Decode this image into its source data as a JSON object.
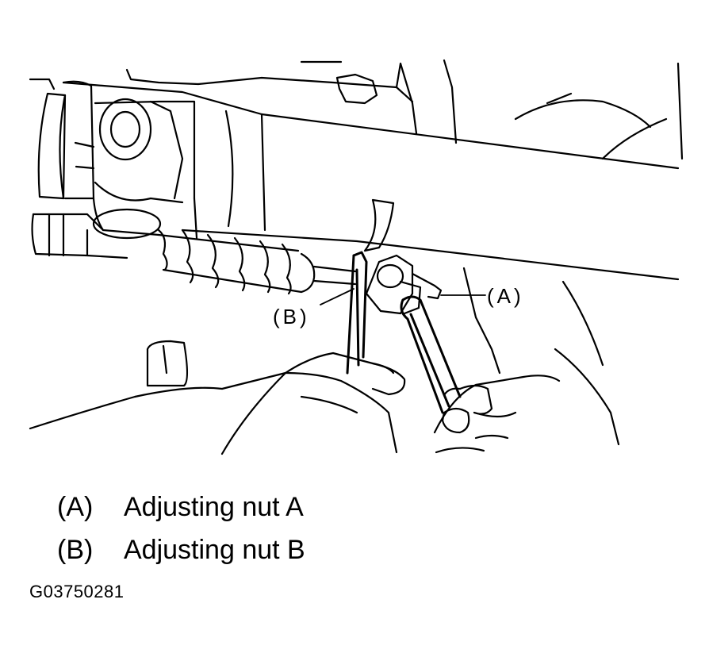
{
  "figure": {
    "callout_a": "(A)",
    "callout_b": "(B)"
  },
  "legend": [
    {
      "key": "(A)",
      "text": "Adjusting nut A"
    },
    {
      "key": "(B)",
      "text": "Adjusting nut B"
    }
  ],
  "figure_id": "G03750281"
}
